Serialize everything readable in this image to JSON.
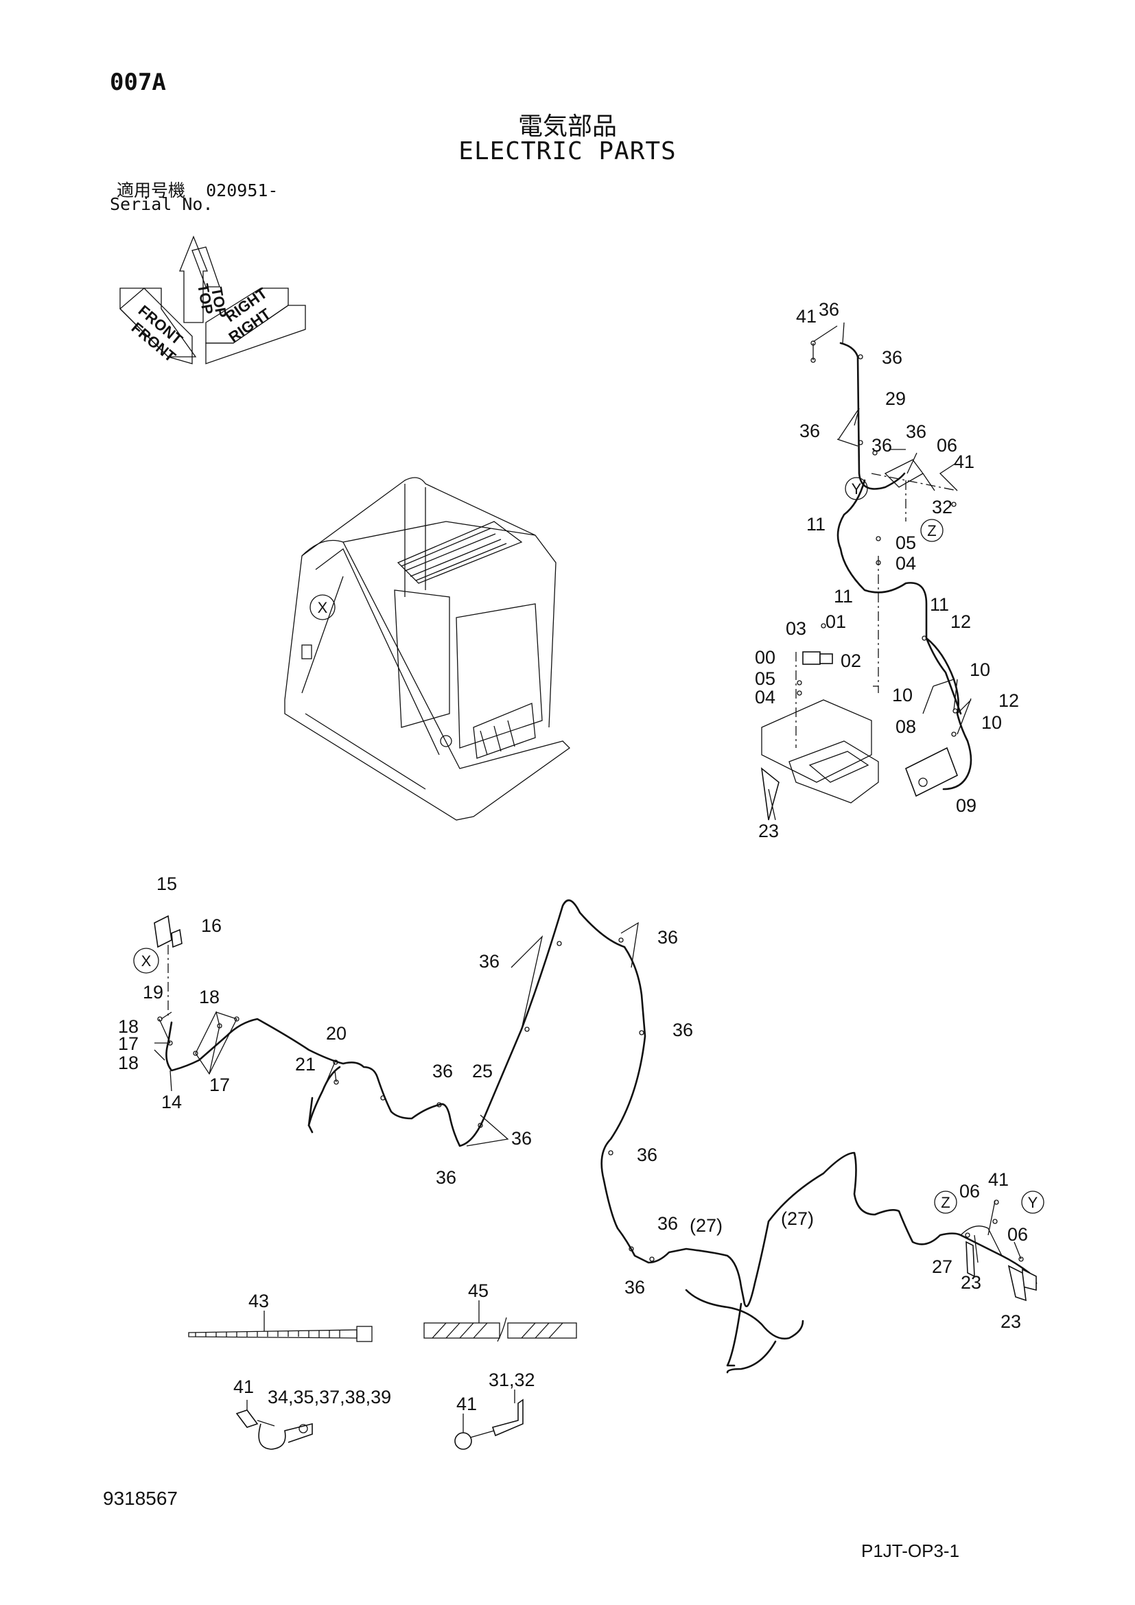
{
  "header": {
    "page_code": "007A",
    "title_jp": "電気部品",
    "title_en": "ELECTRIC PARTS",
    "serial_label_jp": "適用号機",
    "serial_from": "020951-",
    "serial_label_en": "Serial No."
  },
  "orientation": {
    "front_front": "FRONT",
    "front_back": "FRONT",
    "top_front": "TOP",
    "top_back": "TOP",
    "right_front": "RIGHT",
    "right_back": "RIGHT"
  },
  "views": {
    "x": "X",
    "y": "Y",
    "z": "Z"
  },
  "callouts": {
    "c41a": "41",
    "c36a": "36",
    "c36b": "36",
    "c29": "29",
    "c36c": "36",
    "c36d": "36",
    "c36e": "36",
    "c06a": "06",
    "c41b": "41",
    "c32": "32",
    "c11a": "11",
    "c05a": "05",
    "c04a": "04",
    "c11b": "11",
    "c11c": "11",
    "c12a": "12",
    "c03": "03",
    "c01": "01",
    "c00": "00",
    "c02": "02",
    "c10a": "10",
    "c05b": "05",
    "c04b": "04",
    "c10b": "10",
    "c12b": "12",
    "c08": "08",
    "c10c": "10",
    "c09": "09",
    "c23a": "23",
    "c15": "15",
    "c16": "16",
    "c19": "19",
    "c18a": "18",
    "c18b": "18",
    "c17a": "17",
    "c18c": "18",
    "c14": "14",
    "c17b": "17",
    "c20": "20",
    "c21": "21",
    "c36f": "36",
    "c25": "25",
    "c36g": "36",
    "c36h": "36",
    "c36i": "36",
    "c36j": "36",
    "c36k": "36",
    "c36l": "36",
    "c27a": "(27)",
    "c36m": "36",
    "c27b": "(27)",
    "c06b": "06",
    "c41c": "41",
    "c27c": "27",
    "c23b": "23",
    "c06c": "06",
    "c23c": "23",
    "c43": "43",
    "c45": "45",
    "c41d": "41",
    "c34": "34,35,37,38,39",
    "c31": "31,32",
    "c41e": "41"
  },
  "footer": {
    "doc_number": "9318567",
    "sheet_code": "P1JT-OP3-1"
  }
}
